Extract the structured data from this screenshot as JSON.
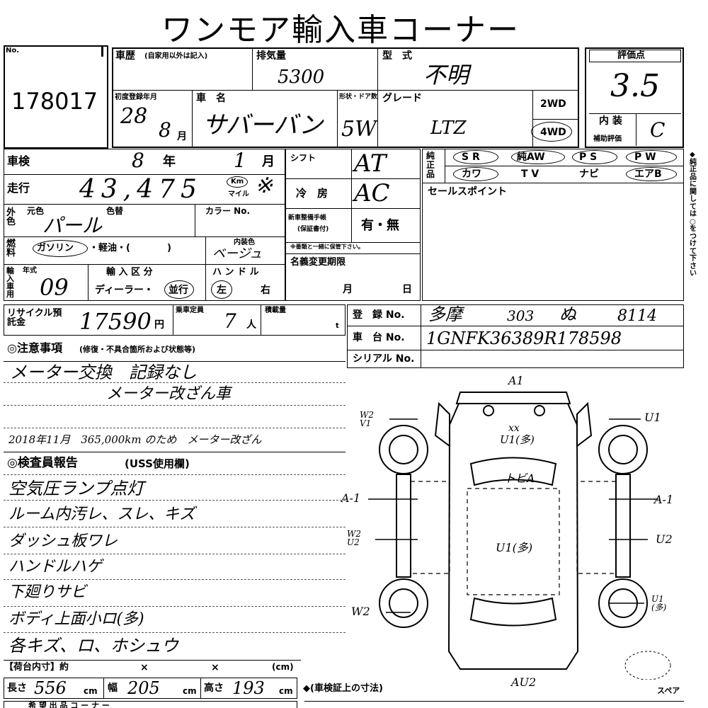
{
  "title": "ワンモア輸入車コーナー",
  "lot": {
    "label": "No.",
    "number": "178017"
  },
  "history": {
    "label": "車歴",
    "sub": "(自家用以外は記入)"
  },
  "displacement": {
    "label": "排気量",
    "value": "5300"
  },
  "model_type": {
    "label": "型　式",
    "value": "不明"
  },
  "rating": {
    "label": "評価点",
    "score": "3.5",
    "interior_label": "内 装",
    "interior_sub": "補助評価",
    "interior_value": "C"
  },
  "first_reg": {
    "label": "初度登録年月",
    "value": "28",
    "month": "8",
    "month_unit": "月"
  },
  "car_name": {
    "label": "車　名",
    "value": "サバーバン"
  },
  "body": {
    "label": "形状・ドア数",
    "value": "5W"
  },
  "grade": {
    "label": "グレード",
    "value": "LTZ"
  },
  "drive": {
    "opt1": "2WD",
    "opt2": "4WD"
  },
  "inspection": {
    "label": "車検",
    "year": "8",
    "year_unit": "年",
    "month": "1",
    "month_unit": "月"
  },
  "mileage": {
    "label": "走行",
    "value": "43,475",
    "unit1": "Km",
    "unit2": "マイル",
    "mark": "※"
  },
  "shift": {
    "label": "シフト",
    "value": "AT"
  },
  "ac": {
    "label": "冷　房",
    "value": "AC"
  },
  "equip": {
    "label": "純正品",
    "items": [
      "S R",
      "純AW",
      "P S",
      "P W",
      "カワ",
      "T V",
      "ナビ",
      "エアB"
    ]
  },
  "sales_point": {
    "label": "セールスポイント"
  },
  "color": {
    "side": "外色",
    "orig": "元色",
    "change": "色替",
    "value": "パール",
    "code": "カラー No."
  },
  "manual": {
    "label": "新車整備手帳",
    "sub": "(保証書付)",
    "value": "有・無",
    "note": "※番類と一緒に保管下さい。"
  },
  "fuel": {
    "side": "燃料",
    "gas": "ガソリン",
    "opts": "・軽油・(　　　　)",
    "int_label": "内装色",
    "int_value": "ベージュ"
  },
  "name_change": {
    "label": "名義変更期限",
    "month": "月",
    "day": "日"
  },
  "import": {
    "side": "輸入車用",
    "year_label": "年式",
    "year": "09",
    "kubun": "輸 入 区 分",
    "dealer": "ディーラー・",
    "parallel": "並行",
    "handle": "ハ ン ド ル",
    "left": "左",
    "right": "右"
  },
  "recycle": {
    "label": "リサイクル預託金",
    "value": "17590",
    "unit": "円"
  },
  "capacity": {
    "label": "乗車定員",
    "value": "7",
    "unit": "人"
  },
  "load": {
    "label": "積載量",
    "unit": "t"
  },
  "registration": {
    "label": "登　録 No.",
    "v1": "多摩",
    "v2": "303",
    "v3": "ぬ",
    "v4": "8114"
  },
  "chassis": {
    "label": "車　台 No.",
    "value": "1GNFK36389R178598"
  },
  "serial": {
    "label": "シリアル No."
  },
  "caution": {
    "title": "◎注意事項",
    "sub": "(修復・不具合箇所および状態等)",
    "l1": "メーター交換　記録なし",
    "l2": "メーター改ざん車",
    "l3": "2018年11月　365,000km のため　メーター改ざん"
  },
  "report": {
    "title": "◎検査員報告",
    "sub": "(USS使用欄)",
    "lines": [
      "空気圧ランプ点灯",
      "ルーム内汚レ、スレ、キズ",
      "ダッシュ板ワレ",
      "ハンドルハゲ",
      "下廻りサビ",
      "ボディ上面小ロ(多)",
      "各キズ、ロ、ホシュウ"
    ]
  },
  "cargo": {
    "label": "【荷台内寸】約",
    "x1": "×",
    "x2": "×",
    "unit": "(cm)"
  },
  "dims": {
    "len_label": "長さ",
    "len": "556",
    "wid_label": "幅",
    "wid": "205",
    "hgt_label": "高さ",
    "hgt": "193",
    "cm": "cm",
    "note": "◆(車検証上の寸法)"
  },
  "bottom": {
    "label": "希 望 出 品 コ ー ナ ー"
  },
  "diagram": {
    "a1": "A1",
    "xx": "xx",
    "u1m": "U1(多)",
    "tbia": "トビA",
    "u1c": "U1(多)",
    "w2v1": "W2 V1",
    "u1r": "U1",
    "av1l": "A-1",
    "av1r": "A-1",
    "w2u2": "W2 U2",
    "u2r": "U2",
    "w2b": "W2",
    "u1br": "U1 (多)",
    "au2": "AU2",
    "spare": "スペア"
  },
  "right_note": "◆純正品に関しては○をつけて下さい"
}
